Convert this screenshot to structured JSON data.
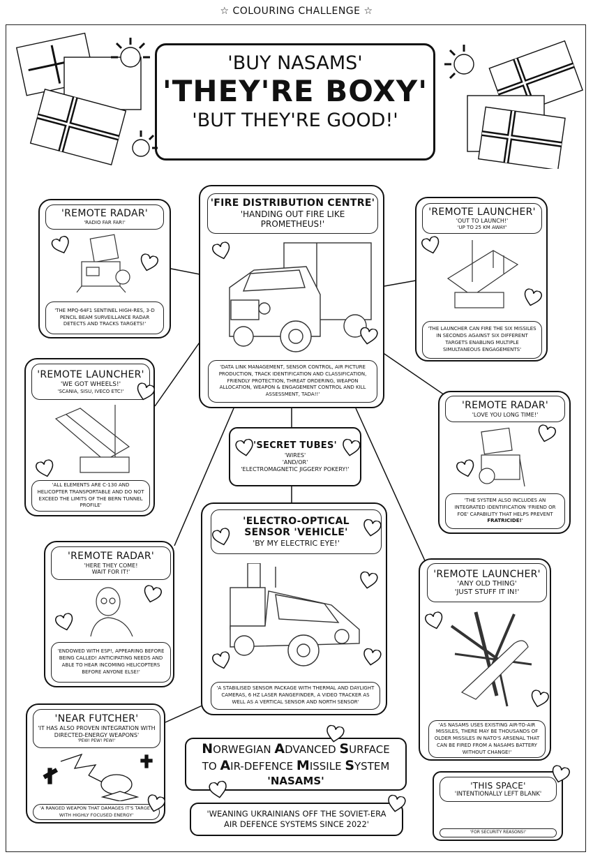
{
  "header": {
    "label": "COLOURING CHALLENGE",
    "star_icon": "☆"
  },
  "title": {
    "line1": "'BUY NASAMS'",
    "line2": "'THEY'RE BOXY'",
    "line3": "'BUT THEY'RE GOOD!'"
  },
  "panels": {
    "radar_tl": {
      "title": "'REMOTE RADAR'",
      "sub1": "'RADIO FAR FAR!'",
      "desc": "'THE MPQ-64F1 SENTINEL HIGH-RES, 3-D PENCIL BEAM SURVEILLANCE RADAR DETECTS AND TRACKS TARGETS!'"
    },
    "fdc": {
      "title": "'FIRE DISTRIBUTION CENTRE'",
      "sub1": "'HANDING OUT FIRE LIKE PROMETHEUS!'",
      "desc": "'DATA LINK MANAGEMENT, SENSOR CONTROL, AIR PICTURE PRODUCTION, TRACK IDENTIFICATION AND CLASSIFICATION, FRIENDLY PROTECTION, THREAT ORDERING, WEAPON ALLOCATION, WEAPON & ENGAGEMENT CONTROL AND KILL ASSESSMENT, TADA!!'"
    },
    "launcher_tr": {
      "title": "'REMOTE LAUNCHER'",
      "sub1": "'OUT TO LAUNCH!'",
      "sub2": "'UP TO 25 KM AWAY'",
      "desc": "'THE LAUNCHER CAN FIRE THE SIX MISSILES IN SECONDS AGAINST SIX DIFFERENT TARGETS ENABLING MULTIPLE SIMULTANEOUS ENGAGEMENTS'"
    },
    "launcher_l": {
      "title": "'REMOTE LAUNCHER'",
      "sub1": "'WE GOT WHEELS!'",
      "sub2": "'SCANIA, SISU, IVECO ETC!'",
      "desc": "'ALL ELEMENTS ARE C-130 AND HELICOPTER TRANSPORTABLE AND DO NOT EXCEED THE LIMITS OF THE BERN TUNNEL PROFILE'"
    },
    "radar_r": {
      "title": "'REMOTE RADAR'",
      "sub1": "'LOVE YOU LONG TIME!'",
      "desc": "'THE SYSTEM ALSO INCLUDES AN INTEGRATED IDENTIFICATION 'FRIEND OR FOE' CAPABILITY THAT HELPS PREVENT ",
      "desc_bold": "FRATRICIDE!",
      "desc_end": "'"
    },
    "tubes": {
      "title": "'SECRET TUBES'",
      "sub1": "'WIRES'",
      "sub2": "'AND/OR'",
      "sub3": "'ELECTROMAGNETIC JIGGERY POKERY!'"
    },
    "eo": {
      "title": "'ELECTRO-OPTICAL SENSOR 'VEHICLE'",
      "sub1": "'BY MY ELECTRIC EYE!'",
      "desc": "'A STABILISED SENSOR PACKAGE WITH THERMAL AND DAYLIGHT CAMERAS, 6 HZ LASER RANGEFINDER, A VIDEO TRACKER AS WELL AS A VERTICAL SENSOR AND NORTH SENSOR'"
    },
    "radar_bl": {
      "title": "'REMOTE RADAR'",
      "sub1": "'HERE THEY COME! WAIT FOR IT!'",
      "desc": "'ENDOWED WITH ESP!, APPEARING BEFORE BEING CALLED! ANTICIPATING NEEDS AND ABLE TO HEAR INCOMING HELICOPTERS BEFORE ANYONE ELSE!'"
    },
    "launcher_br": {
      "title": "'REMOTE LAUNCHER'",
      "sub1": "'ANY OLD THING'",
      "sub2": "'JUST STUFF IT IN!'",
      "desc": "'AS NASAMS USES EXISTING AIR-TO-AIR MISSILES, THERE MAY BE THOUSANDS OF OLDER MISSILES IN NATO'S ARSENAL THAT CAN BE FIRED FROM A NASAMS BATTERY WITHOUT CHANGE!'"
    },
    "futcher": {
      "title": "'NEAR FUTCHER'",
      "sub1": "'IT HAS ALSO PROVEN INTEGRATION WITH DIRECTED-ENERGY WEAPONS'",
      "sub2": "'PEW! PEW! PEW!'",
      "desc": "'A RANGED WEAPON THAT DAMAGES IT'S TARGET WITH HIGHLY FOCUSED ENERGY'"
    },
    "blank": {
      "title": "'THIS SPACE'",
      "sub1": "'INTENTIONALLY LEFT BLANK'",
      "desc": "'FOR SECURITY REASONS!'"
    }
  },
  "acronym": {
    "line1": "NORWEGIAN ADVANCED SURFACE",
    "line2": "TO AIR-DEFENCE MISSILE SYSTEM",
    "line3": "'NASAMS'"
  },
  "tagline": "'WEANING UKRAINIANS OFF THE SOVIET-ERA AIR DEFENCE SYSTEMS SINCE 2022'"
}
